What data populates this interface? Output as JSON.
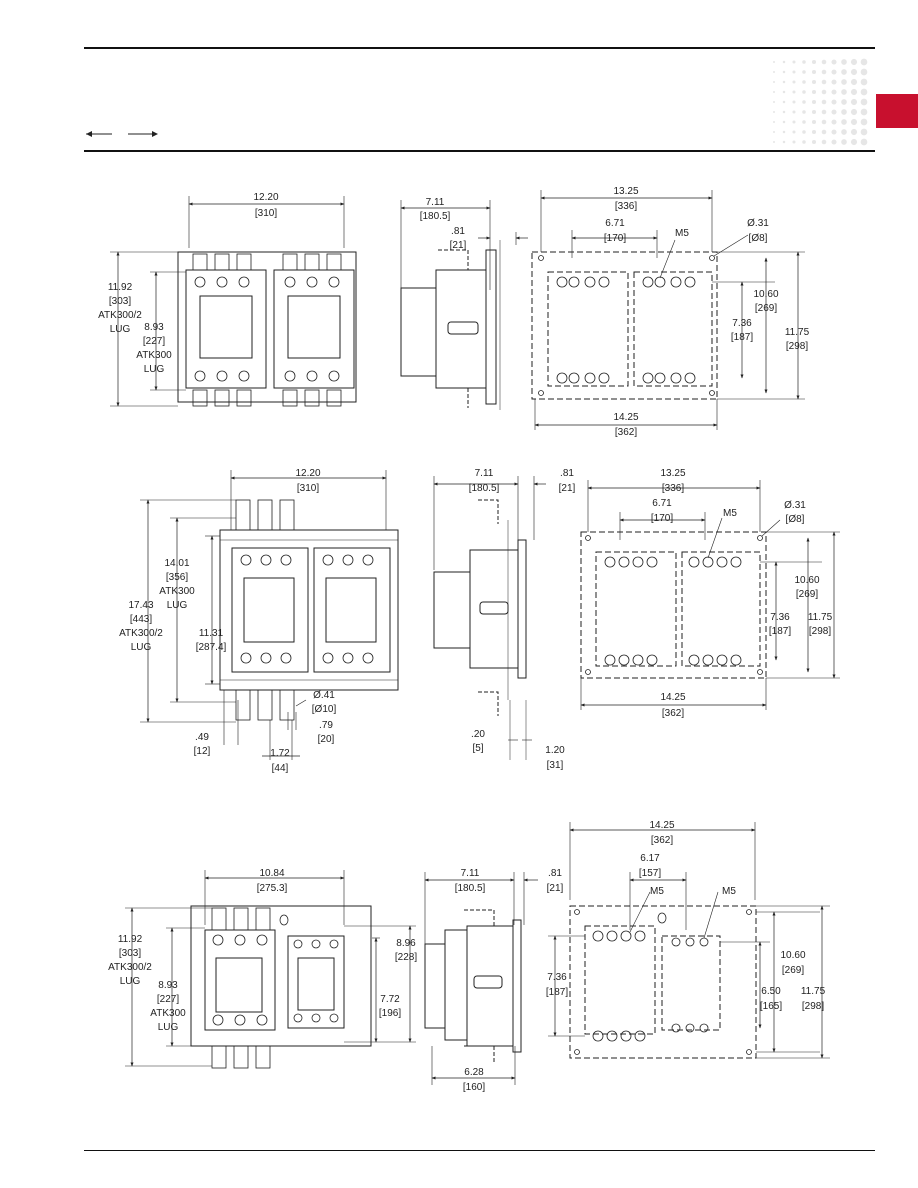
{
  "diagram_1": {
    "front": {
      "width": [
        "12.20",
        "[310]"
      ],
      "height_atk300_2": [
        "11.92",
        "[303]",
        "ATK300/2",
        "LUG"
      ],
      "height_atk300": [
        "8.93",
        "[227]",
        "ATK300",
        "LUG"
      ]
    },
    "side": {
      "depth": [
        "7.11",
        "[180.5]"
      ],
      "offset": [
        ".81",
        "[21]"
      ]
    },
    "mount": {
      "top_width": [
        "13.25",
        "[336]"
      ],
      "inner_width": [
        "6.71",
        "[170]"
      ],
      "screw": "M5",
      "hole": [
        "Ø.31",
        "[Ø8]"
      ],
      "h1": [
        "10.60",
        "[269]"
      ],
      "h2": [
        "7.36",
        "[187]"
      ],
      "h3": [
        "11.75",
        "[298]"
      ],
      "bottom_width": [
        "14.25",
        "[362]"
      ]
    }
  },
  "diagram_2": {
    "front": {
      "width": [
        "12.20",
        "[310]"
      ],
      "h1": [
        "14.01",
        "[356]",
        "ATK300",
        "LUG"
      ],
      "h2": [
        "17.43",
        "[443]",
        "ATK300/2",
        "LUG"
      ],
      "h3": [
        "11.31",
        "[287.4]"
      ],
      "hole": [
        "Ø.41",
        "[Ø10]"
      ],
      "d1": [
        ".79",
        "[20]"
      ],
      "d2": [
        ".49",
        "[12]"
      ],
      "d3": [
        "1.72",
        "[44]"
      ]
    },
    "side": {
      "depth": [
        "7.11",
        "[180.5]"
      ],
      "offset": [
        ".81",
        "[21]"
      ],
      "d1": [
        ".20",
        "[5]"
      ],
      "d2": [
        "1.20",
        "[31]"
      ]
    },
    "mount": {
      "top_width": [
        "13.25",
        "[336]"
      ],
      "inner_width": [
        "6.71",
        "[170]"
      ],
      "screw": "M5",
      "hole": [
        "Ø.31",
        "[Ø8]"
      ],
      "h1": [
        "10.60",
        "[269]"
      ],
      "h2": [
        "7.36",
        "[187]"
      ],
      "h3": [
        "11.75",
        "[298]"
      ],
      "bottom_width": [
        "14.25",
        "[362]"
      ]
    }
  },
  "diagram_3": {
    "front": {
      "width": [
        "10.84",
        "[275.3]"
      ],
      "h1": [
        "11.92",
        "[303]",
        "ATK300/2",
        "LUG"
      ],
      "h2": [
        "8.93",
        "[227]",
        "ATK300",
        "LUG"
      ],
      "h3": [
        "8.96",
        "[228]"
      ],
      "h4": [
        "7.72",
        "[196]"
      ]
    },
    "side": {
      "depth": [
        "7.11",
        "[180.5]"
      ],
      "offset": [
        ".81",
        "[21]"
      ],
      "base": [
        "6.28",
        "[160]"
      ]
    },
    "mount": {
      "top_width": [
        "14.25",
        "[362]"
      ],
      "inner_width": [
        "6.17",
        "[157]"
      ],
      "screw_a": "M5",
      "screw_b": "M5",
      "h_left": [
        "7.36",
        "[187]"
      ],
      "h1": [
        "10.60",
        "[269]"
      ],
      "h2": [
        "6.50",
        "[165]"
      ],
      "h3": [
        "11.75",
        "[298]"
      ]
    }
  }
}
